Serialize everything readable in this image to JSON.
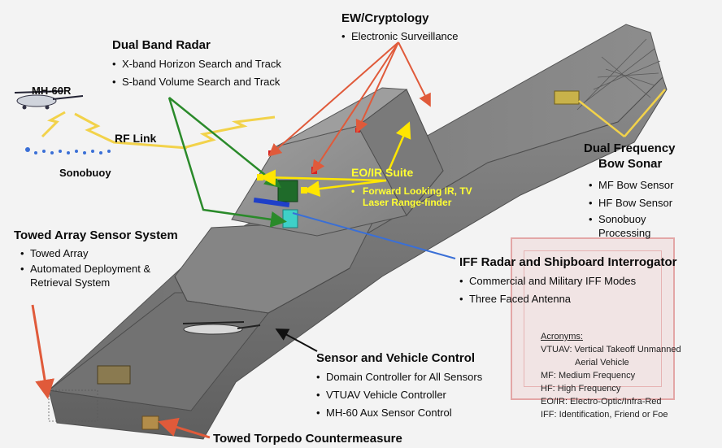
{
  "labels": {
    "ew": {
      "title": "EW/Cryptology",
      "items": [
        "Electronic Surveillance"
      ]
    },
    "radar": {
      "title": "Dual Band Radar",
      "items": [
        "X-band Horizon Search and Track",
        "S-band Volume Search and Track"
      ]
    },
    "helo": "MH-60R",
    "rflink": "RF Link",
    "sonobuoy": "Sonobuoy",
    "eoir": {
      "title": "EO/IR Suite",
      "line1": "Forward Looking IR, TV",
      "line2": "Laser Range-finder"
    },
    "sonar": {
      "title1": "Dual Frequency",
      "title2": "Bow Sonar",
      "items": [
        "MF Bow Sensor",
        "HF Bow Sensor",
        "Sonobuoy"
      ],
      "item3b": "Processing"
    },
    "towed_array": {
      "title": "Towed Array Sensor System",
      "items": [
        "Towed Array",
        "Automated Deployment &"
      ],
      "item2b": "Retrieval System"
    },
    "iff": {
      "title": "IFF Radar and Shipboard Interrogator",
      "items": [
        "Commercial and Military IFF Modes",
        "Three Faced Antenna"
      ]
    },
    "svc": {
      "title": "Sensor and Vehicle Control",
      "items": [
        "Domain Controller for All Sensors",
        "VTUAV Vehicle Controller",
        "MH-60 Aux Sensor Control"
      ]
    },
    "torpedo": "Towed Torpedo Countermeasure"
  },
  "acronyms": {
    "title": "Acronyms:",
    "vtuav1": "VTUAV: Vertical Takeoff Unmanned",
    "vtuav2": "Aerial Vehicle",
    "mf": "MF: Medium Frequency",
    "hf": "HF: High Frequency",
    "eoir": "EO/IR: Electro-Optic/Infra-Red",
    "iff": "IFF: Identification, Friend or Foe"
  },
  "colors": {
    "hull": "#8a8a8a",
    "hull_dark": "#6e6e6e",
    "deck": "#7c7c7c",
    "superstructure": "#959595",
    "arrow_red": "#e05a3a",
    "arrow_green": "#2a8a2a",
    "arrow_yellow": "#ffe600",
    "arrow_blue": "#3a6fd6",
    "rf_link": "#f2d24a",
    "seal": "#d25a5a"
  }
}
